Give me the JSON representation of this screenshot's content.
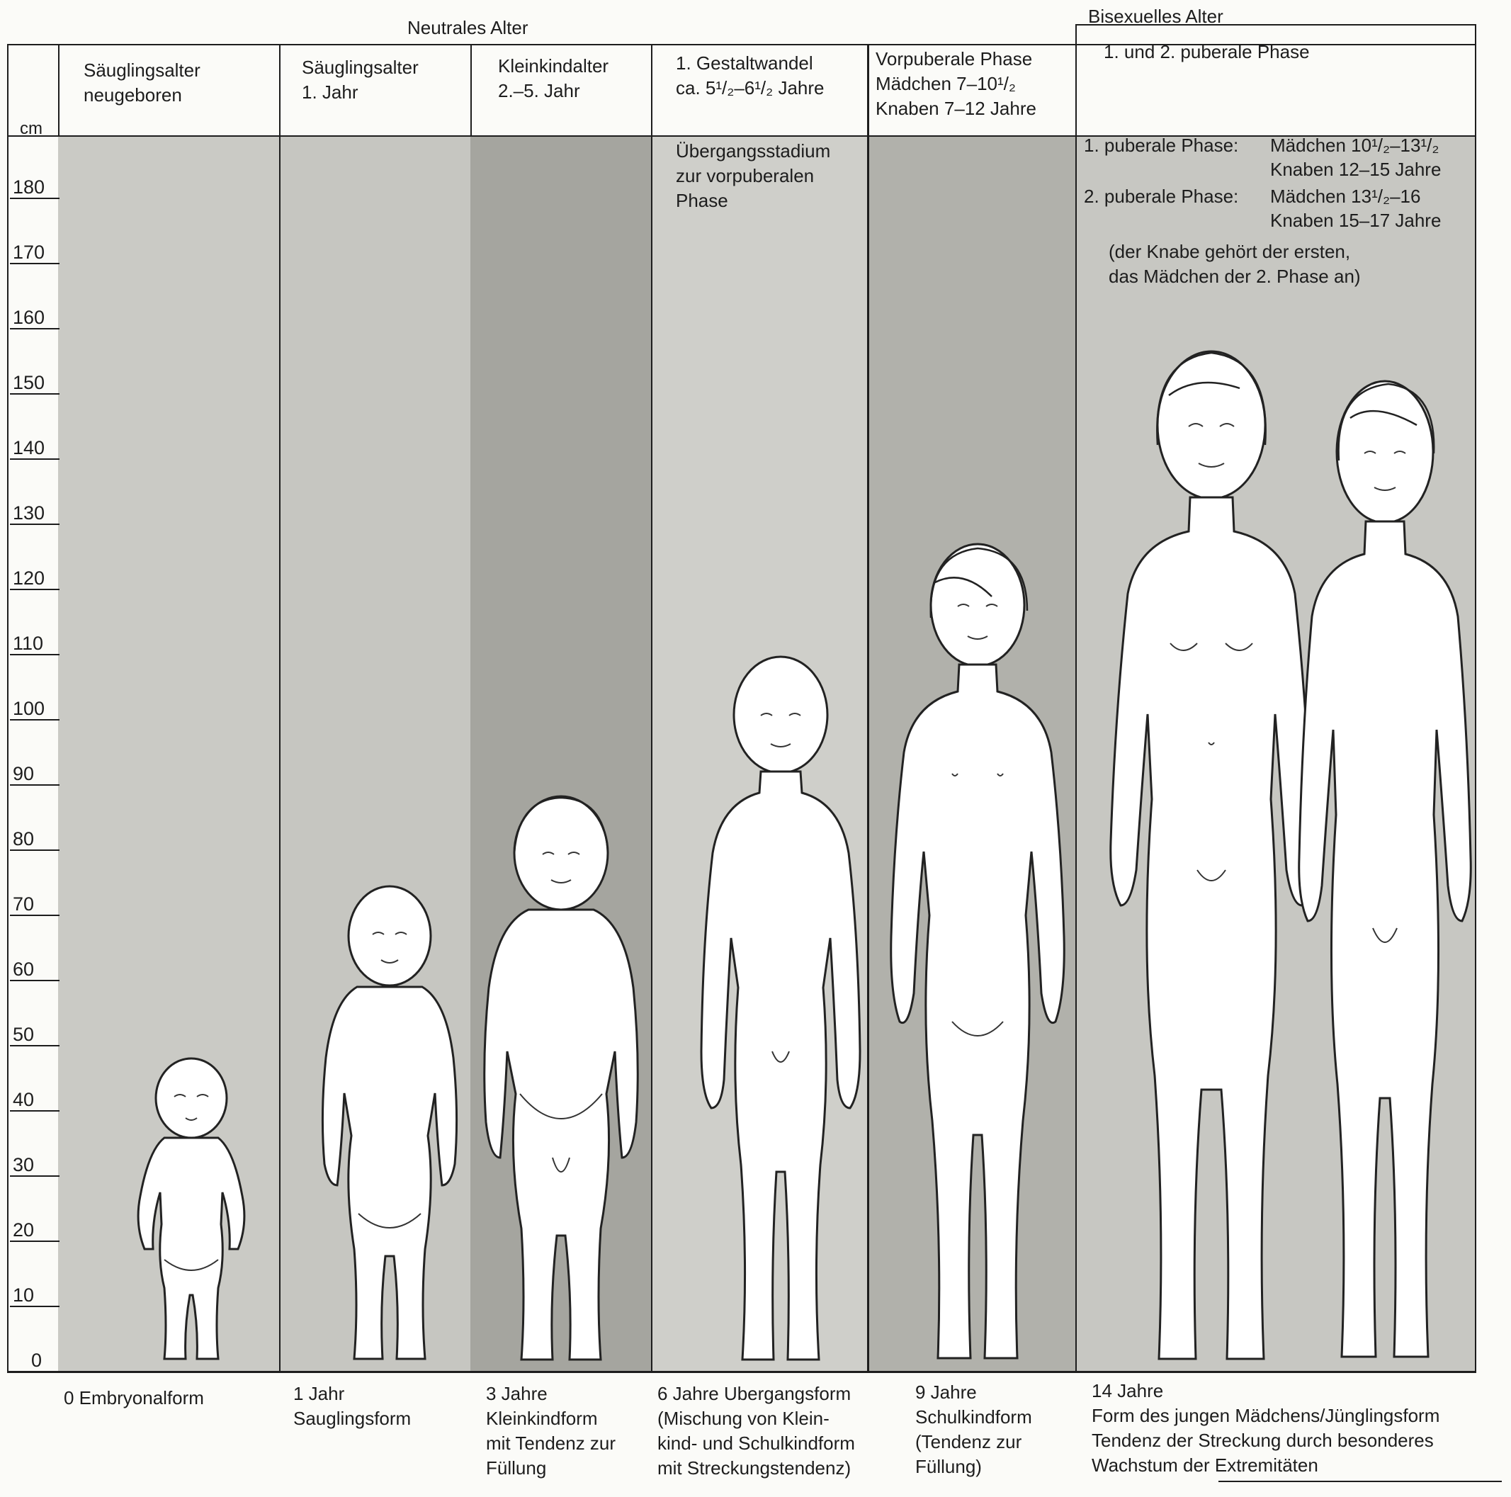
{
  "top_headers": {
    "neutral": "Neutrales Alter",
    "bisexual": "Bisexuelles Alter"
  },
  "axis": {
    "unit": "cm",
    "ticks": [
      "180",
      "170",
      "160",
      "150",
      "140",
      "130",
      "120",
      "110",
      "100",
      "90",
      "80",
      "70",
      "60",
      "50",
      "40",
      "30",
      "20",
      "10",
      "0"
    ]
  },
  "columns": [
    {
      "header": "Säuglingsalter\nneugeboren",
      "caption": "0 Embryonalform"
    },
    {
      "header": "Säuglingsalter\n1. Jahr",
      "caption": "1 Jahr\nSauglingsform"
    },
    {
      "header": "Kleinkindalter\n2.–5. Jahr",
      "caption": "3 Jahre\nKleinkindform\nmit Tendenz zur\nFüllung"
    },
    {
      "header": "1. Gestaltwandel\nca. 5¹/₂–6¹/₂ Jahre",
      "caption": "6 Jahre Ubergangsform\n(Mischung von Klein-\nkind- und Schulkindform\nmit Streckungstendenz)"
    },
    {
      "header": "Vorpuberale Phase\nMädchen 7–10¹/₂\nKnaben 7–12 Jahre",
      "caption": "9 Jahre\nSchulkindform\n(Tendenz zur\nFüllung)"
    },
    {
      "header": "1. und 2. puberale Phase",
      "caption": "14 Jahre\nForm des jungen Mädchens/Jünglingsform\nTendenz der Streckung durch besonderes\nWachstum der Extremitäten"
    }
  ],
  "notes": {
    "uebergang": "Übergangsstadium\nzur vorpuberalen\nPhase",
    "phase1_label": "1. puberale Phase:",
    "phase1_girls": "Mädchen 10¹/₂–13¹/₂",
    "phase1_boys": "Knaben 12–15 Jahre",
    "phase2_label": "2. puberale Phase:",
    "phase2_girls": "Mädchen 13¹/₂–16",
    "phase2_boys": "Knaben 15–17 Jahre",
    "remark": "(der Knabe gehört der ersten,\ndas Mädchen der 2. Phase an)"
  },
  "figures": [
    {
      "label": "newborn-figure",
      "height_cm": 48
    },
    {
      "label": "one-year-figure",
      "height_cm": 74
    },
    {
      "label": "three-year-figure",
      "height_cm": 88
    },
    {
      "label": "six-year-figure",
      "height_cm": 110
    },
    {
      "label": "nine-year-figure",
      "height_cm": 125
    },
    {
      "label": "fourteen-year-girl-figure",
      "height_cm": 155
    },
    {
      "label": "fourteen-year-boy-figure",
      "height_cm": 150
    }
  ],
  "colors": {
    "column_light": "#c9c9c4",
    "column_dark": "#a6a6a0",
    "figure_fill": "#ffffff"
  }
}
